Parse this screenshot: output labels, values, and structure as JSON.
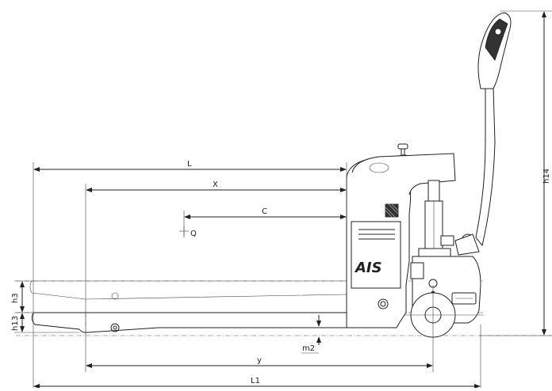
{
  "drawing": {
    "labels": {
      "L": "L",
      "X": "X",
      "C": "C",
      "Q": "Q",
      "h3": "h3",
      "h13": "h13",
      "h14": "h14",
      "m2": "m2",
      "y": "y",
      "L1": "L1"
    },
    "logo": {
      "text": "AIS"
    }
  }
}
